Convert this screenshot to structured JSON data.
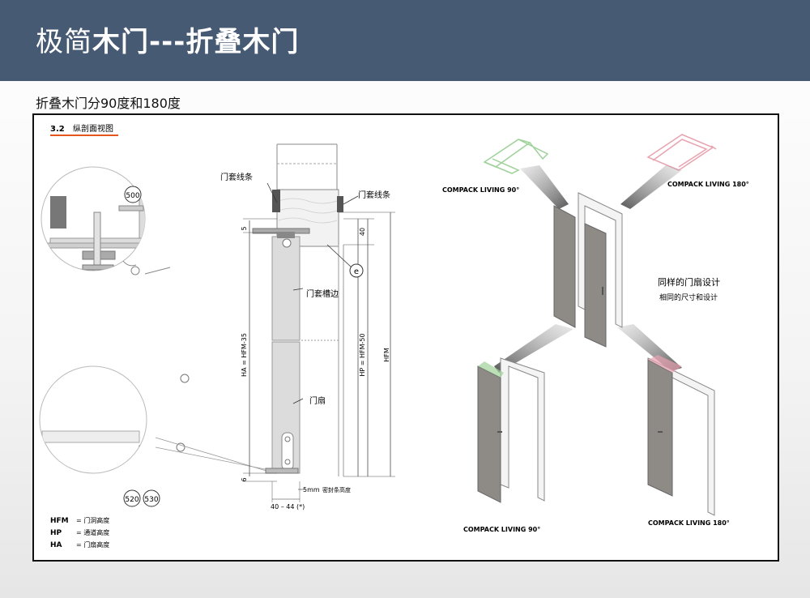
{
  "slide": {
    "title_plain": "极简",
    "title_bold": "木门---折叠木门",
    "subtitle": "折叠木门分90度和180度"
  },
  "section": {
    "number": "3.2",
    "title": "纵剖面视图"
  },
  "detail_labels": {
    "d500": "500",
    "d520": "520",
    "d530": "530",
    "e": "e"
  },
  "section_labels": {
    "frame_trim_left": "门套线条",
    "frame_trim_right": "门套线条",
    "frame_groove": "门套槽边",
    "door_leaf": "门扇",
    "dim_5": "5",
    "dim_40": "40",
    "dim_6": "6",
    "dim_ha": "HA = HFM-35",
    "dim_hp": "HP = HFM-50",
    "dim_hfm": "HFM",
    "seal_5mm": "5mm",
    "seal_text": "密封条高度",
    "width_dim": "40 – 44 (*)"
  },
  "legend": [
    {
      "code": "HFM",
      "desc": "= 门洞高度"
    },
    {
      "code": "HP",
      "desc": "= 通道高度"
    },
    {
      "code": "HA",
      "desc": "= 门扇高度"
    }
  ],
  "models": {
    "top_left": "COMPACK LIVING  90°",
    "top_right": "COMPACK LIVING 180°",
    "bottom_left": "COMPACK LIVING  90°",
    "bottom_right": "COMPACK LIVING 180°"
  },
  "center_note": {
    "line1": "同样的门扇设计",
    "line2": "相同的尺寸和设计"
  },
  "colors": {
    "header": "#475a73",
    "accent_orange": "#e4561e",
    "door_gray": "#8e8b87",
    "green_outline": "#9fd19a",
    "pink_outline": "#e8a3b0"
  }
}
